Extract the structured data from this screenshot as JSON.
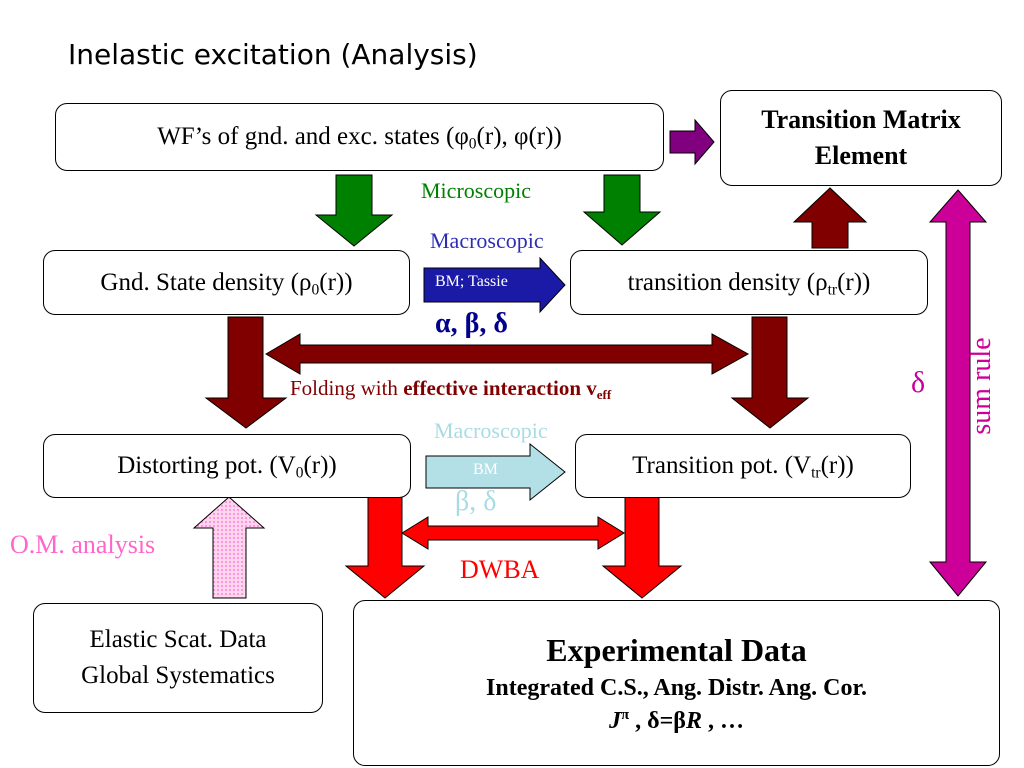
{
  "title": "Inelastic excitation (Analysis)",
  "boxes": {
    "wf": {
      "pre": "WF’s of gnd. and exc. states (",
      "phi": "φ",
      "zero": "0",
      "mid": "(r), ",
      "phi2": "φ",
      "post": "(r))"
    },
    "tme": {
      "line1": "Transition Matrix",
      "line2": "Element"
    },
    "gnd": {
      "pre": "Gnd. State density (",
      "rho": "ρ",
      "sub": "0",
      "post": "(r))"
    },
    "trd": {
      "pre": "transition density (",
      "rho": "ρ",
      "sub": "tr",
      "post": "(r))"
    },
    "dist": {
      "pre": "Distorting pot. (V",
      "sub": "0",
      "post": "(r))"
    },
    "trp": {
      "pre": "Transition pot. (V",
      "sub": "tr",
      "post": "(r))"
    },
    "elastic": {
      "line1": "Elastic Scat. Data",
      "line2": "Global Systematics"
    },
    "exp": {
      "title": "Experimental Data",
      "line2": "Integrated C.S., Ang. Distr. Ang. Cor.",
      "j": "J",
      "pi": "π",
      "rest": " , δ=β",
      "r": "R",
      "end": " , …"
    }
  },
  "labels": {
    "microscopic": "Microscopic",
    "macroscopic1": "Macroscopic",
    "bm_tassie": "BM; Tassie",
    "abd": "α, β, δ",
    "folding_pre": "Folding with ",
    "folding_bold": "effective interaction v",
    "folding_sub": "eff",
    "macroscopic2": "Macroscopic",
    "bm": "BM",
    "bd": "β, δ",
    "om": "O.M. analysis",
    "dwba": "DWBA",
    "delta": "δ",
    "sumrule": "sum rule"
  },
  "colors": {
    "green": "#008000",
    "darkred": "#800000",
    "red": "#ff0000",
    "purple": "#800080",
    "magenta": "#cc0099",
    "blue": "#1a1aa6",
    "lightblue": "#b3e0e6",
    "pink": "#ff66cc",
    "navy": "#00008b"
  }
}
